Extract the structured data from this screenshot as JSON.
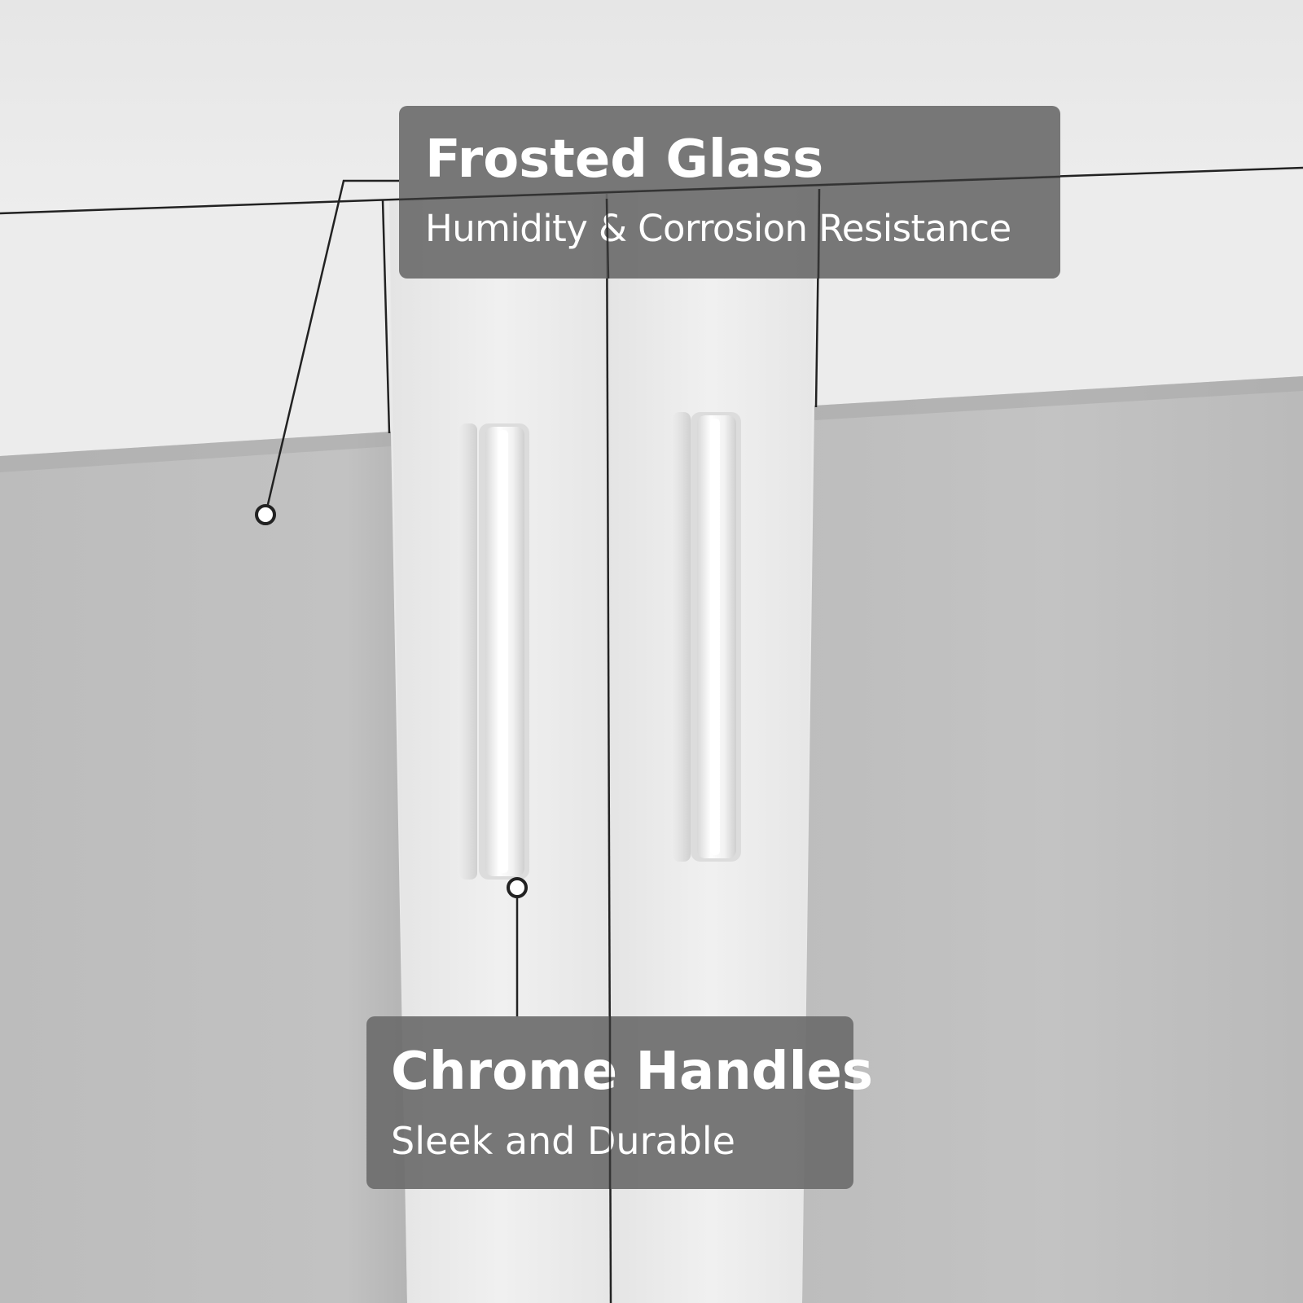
{
  "callouts": {
    "frosted_glass": {
      "title": "Frosted Glass",
      "subtitle": "Humidity & Corrosion Resistance"
    },
    "chrome_handles": {
      "title": "Chrome Handles",
      "subtitle": "Sleek and Durable"
    }
  },
  "colors": {
    "cabinet_white": "#ececec",
    "frosted_glass": "#bdbdbd",
    "callout_background": "#6c6c6c",
    "callout_text": "#ffffff",
    "leader_line": "#222222"
  }
}
